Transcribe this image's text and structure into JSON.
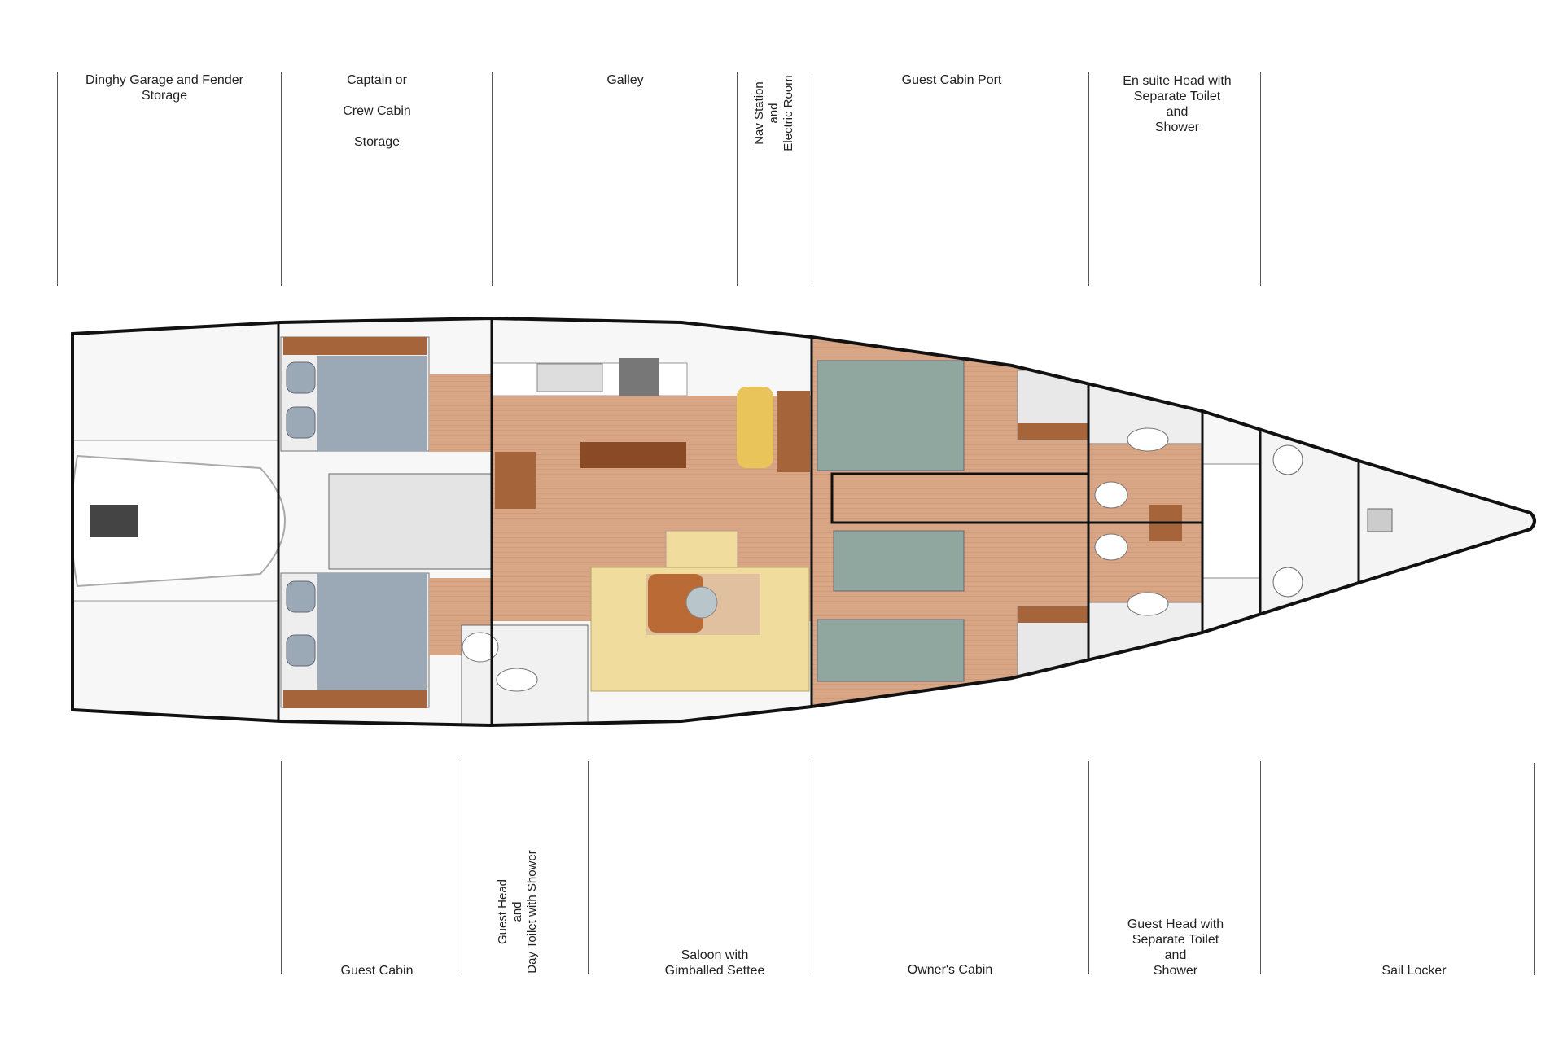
{
  "top_labels": [
    {
      "text": "Dinghy Garage and Fender\nStorage"
    },
    {
      "text": "Captain or\n\nCrew Cabin\n\nStorage"
    },
    {
      "text": "Galley"
    },
    {
      "text": "Nav Station\nand\nElectric Room"
    },
    {
      "text": "Guest  Cabin  Port"
    },
    {
      "text": "En suite  Head with\nSeparate Toilet\nand\nShower"
    }
  ],
  "bottom_labels": [
    {
      "text": "Guest  Cabin"
    },
    {
      "text": "Guest Head\nand\nDay Toilet with Shower"
    },
    {
      "text": "Saloon with\nGimballed Settee"
    },
    {
      "text": "Owner's Cabin"
    },
    {
      "text": "Guest Head with\nSeparate Toilet\nand\nShower"
    },
    {
      "text": "Sail Locker"
    }
  ],
  "colors": {
    "hull_outline": "#111111",
    "wood_floor": "#d8a585",
    "cabinet_wood": "#a5643a",
    "guest_bed": "#9ba8b6",
    "owner_bed": "#8fa79f",
    "settee": "#f0dc9c",
    "cushion_yellow": "#e8c45a"
  }
}
